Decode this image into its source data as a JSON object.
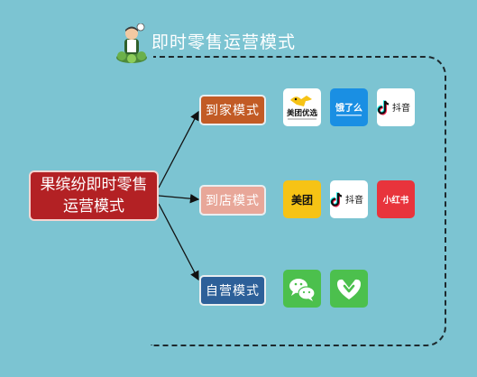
{
  "title": "即时零售运营模式",
  "root_node": {
    "line1": "果缤纷即时零售",
    "line2": "运营模式"
  },
  "modes": [
    {
      "label": "到家模式",
      "color": "#c25b25",
      "platforms": [
        {
          "name": "美团优选",
          "icon": "meituan-youxuan-logo"
        },
        {
          "name": "饿了么",
          "icon": "eleme-logo"
        },
        {
          "name": "抖音",
          "icon": "douyin-logo"
        }
      ]
    },
    {
      "label": "到店模式",
      "color": "#e8a799",
      "platforms": [
        {
          "name": "美团",
          "icon": "meituan-logo"
        },
        {
          "name": "抖音",
          "icon": "douyin-logo"
        },
        {
          "name": "小红书",
          "icon": "xiaohongshu-logo"
        }
      ]
    },
    {
      "label": "自营模式",
      "color": "#2d6099",
      "platforms": [
        {
          "name": "WeChat",
          "icon": "wechat-logo"
        },
        {
          "name": "Mini Program",
          "icon": "mini-program-logo"
        }
      ]
    }
  ],
  "colors": {
    "background": "#7cc4d2",
    "root": "#b32124",
    "meituan_yellow": "#f6c315",
    "eleme_blue": "#1a8fe3",
    "xiaohongshu_red": "#e8343c",
    "wechat_green": "#4cc04d"
  }
}
